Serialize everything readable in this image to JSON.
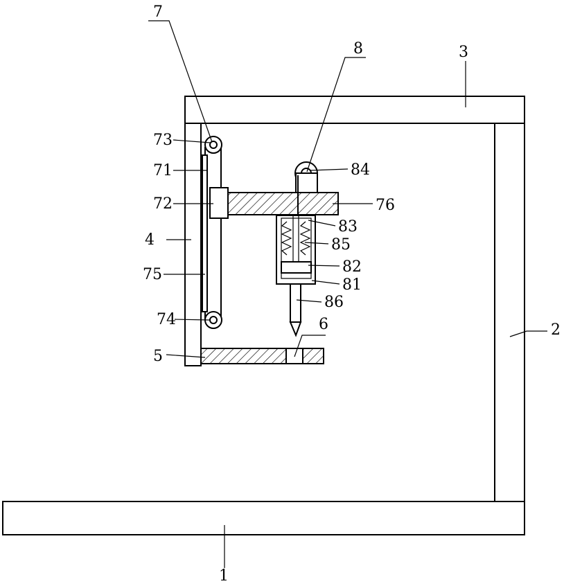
{
  "labels": {
    "l1": "1",
    "l2": "2",
    "l3": "3",
    "l4": "4",
    "l5": "5",
    "l6": "6",
    "l7": "7",
    "l8": "8",
    "l71": "71",
    "l72": "72",
    "l73": "73",
    "l74": "74",
    "l75": "75",
    "l76": "76",
    "l81": "81",
    "l82": "82",
    "l83": "83",
    "l84": "84",
    "l85": "85",
    "l86": "86"
  }
}
